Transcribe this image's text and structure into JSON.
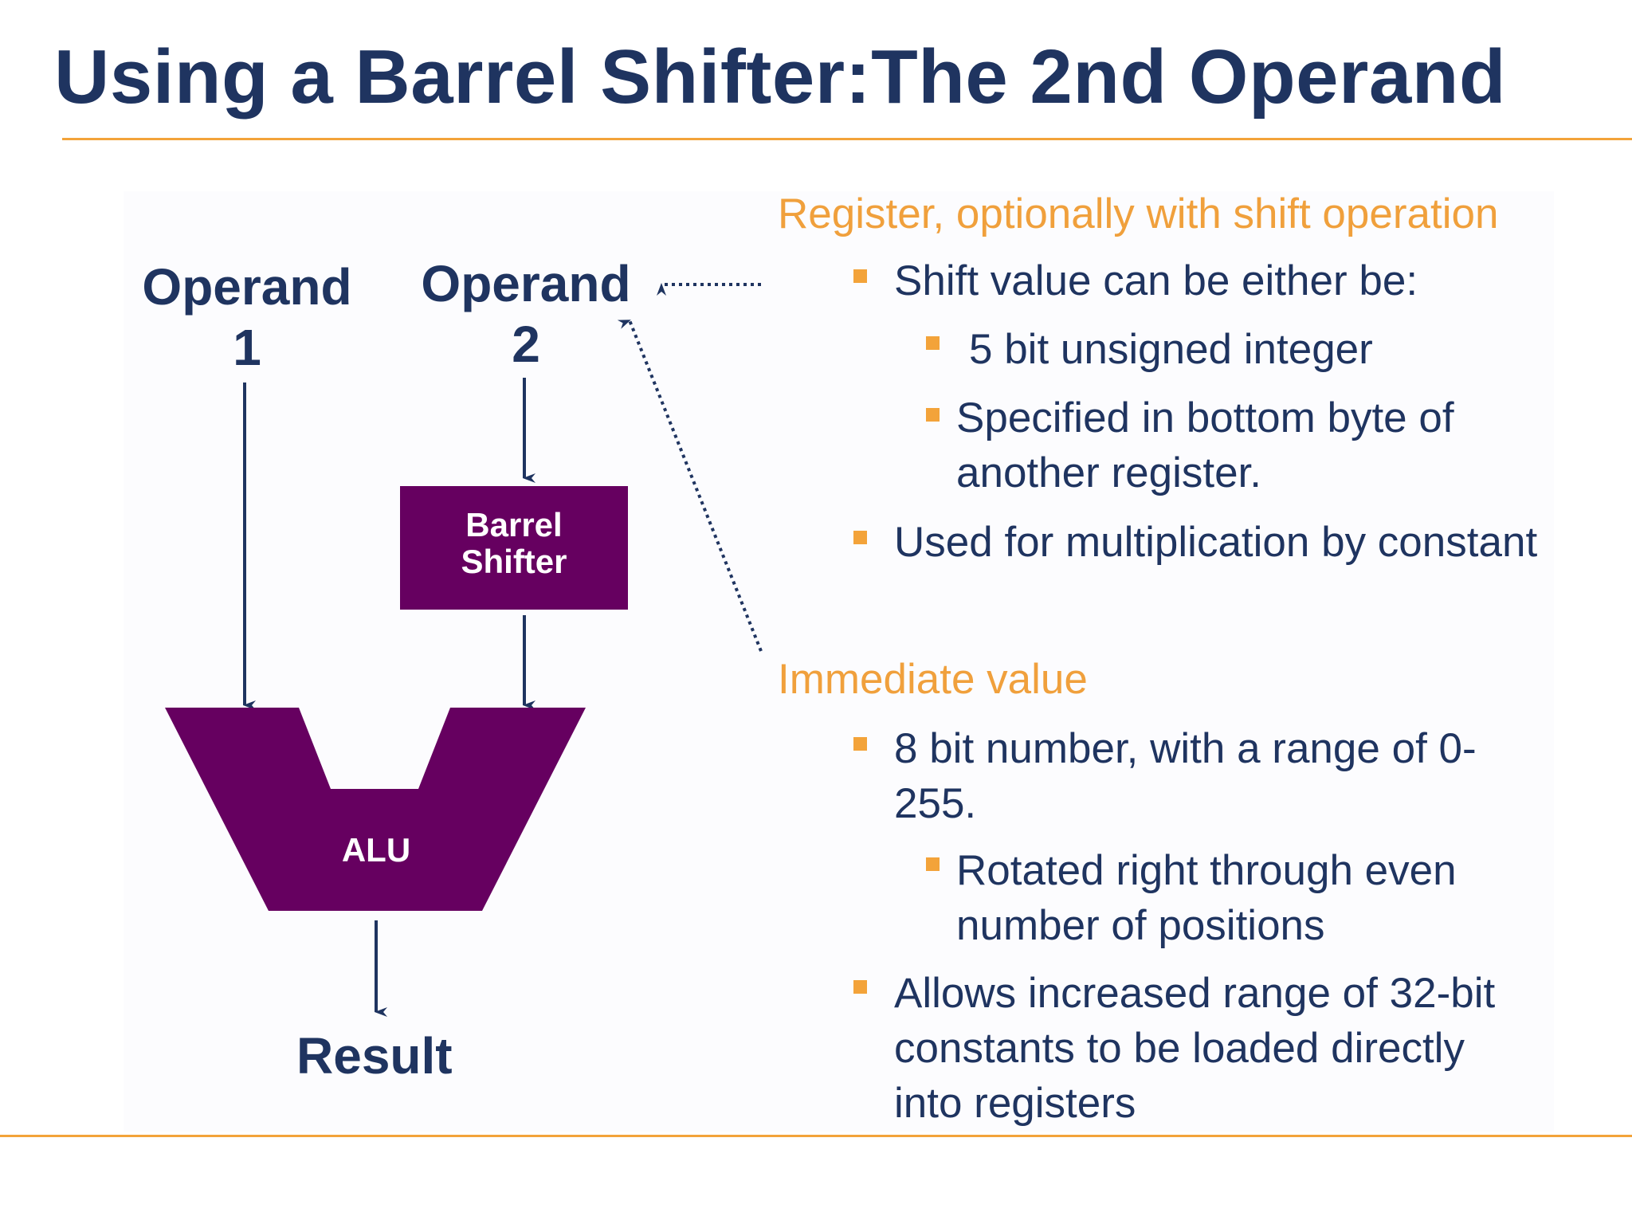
{
  "title": "Using a Barrel Shifter:The 2nd Operand",
  "diagram": {
    "operand1": {
      "line1": "Operand",
      "line2": "1"
    },
    "operand2": {
      "line1": "Operand",
      "line2": "2"
    },
    "barrel_shifter": {
      "line1": "Barrel",
      "line2": "Shifter"
    },
    "alu": "ALU",
    "result": "Result",
    "colors": {
      "block": "#660060",
      "arrow": "#1f3460"
    }
  },
  "sections": {
    "register": {
      "heading": "Register, optionally with shift operation",
      "bullets": {
        "shift": "Shift value can be either be:",
        "unsigned": "5 bit unsigned integer",
        "specified_l1": "Specified in bottom byte of",
        "specified_l2": "another register.",
        "multiplication": "Used for multiplication by constant"
      }
    },
    "immediate": {
      "heading": "Immediate value",
      "bullets": {
        "eight_l1": "8 bit number, with a range of 0-",
        "eight_l2": "255.",
        "rotated_l1": "Rotated right through even",
        "rotated_l2": "number of positions",
        "allows_l1": "Allows increased range of 32-bit",
        "allows_l2": "constants to be loaded directly",
        "allows_l3": "into registers"
      }
    }
  },
  "colors": {
    "title": "#1f3460",
    "accent": "#f3a33a",
    "heading": "#f0a03c",
    "body_text": "#1f3460"
  }
}
